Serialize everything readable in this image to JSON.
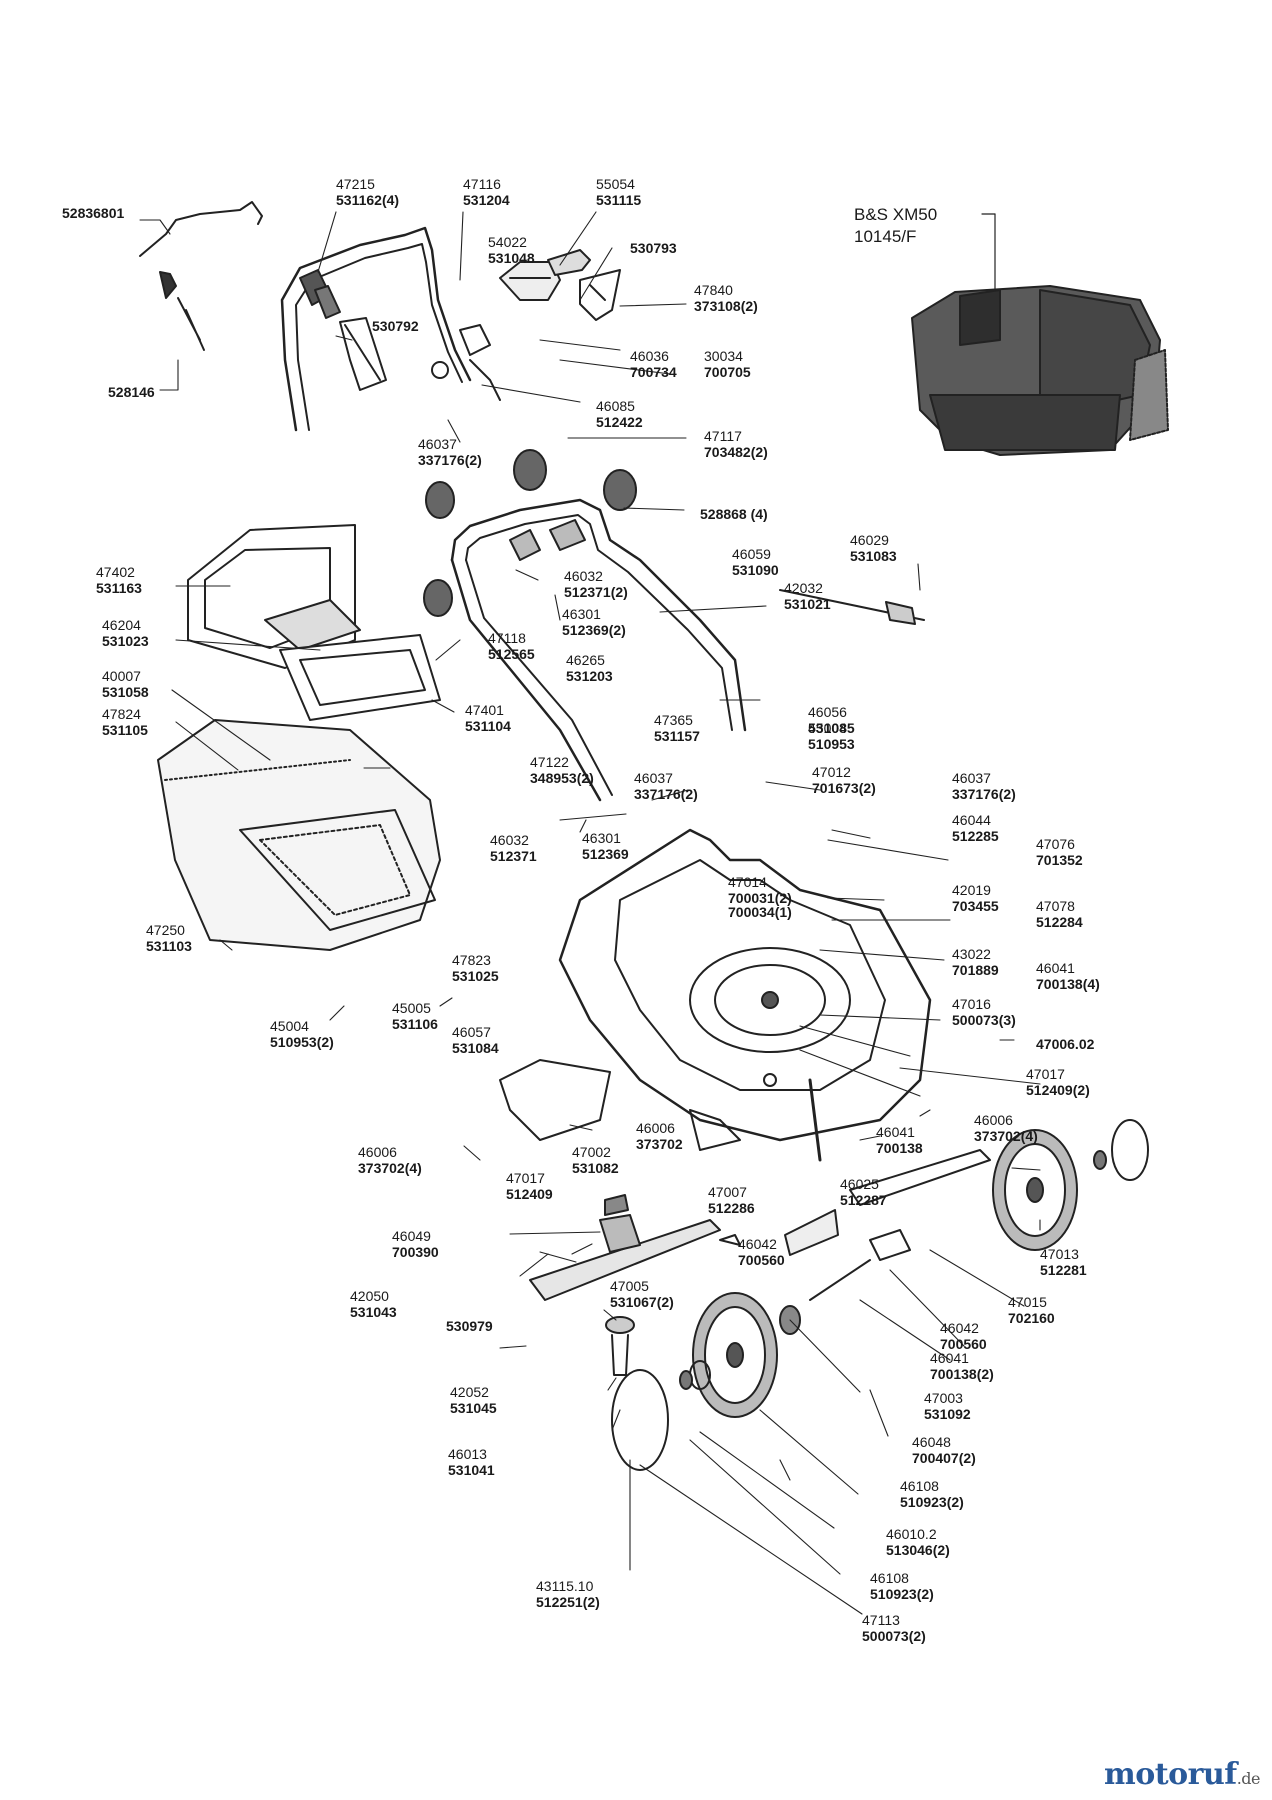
{
  "engine": {
    "model": "B&S XM50",
    "code": "10145/F"
  },
  "brand": {
    "name": "motoruf",
    "tld": ".de"
  },
  "parts": [
    {
      "id": "p1",
      "num": "",
      "code": "52836801"
    },
    {
      "id": "p2",
      "num": "",
      "code": "528146"
    },
    {
      "id": "p3",
      "num": "47215",
      "code": "531162(4)"
    },
    {
      "id": "p4",
      "num": "47116",
      "code": "531204"
    },
    {
      "id": "p5",
      "num": "55054",
      "code": "531115"
    },
    {
      "id": "p6",
      "num": "54022",
      "code": "531048"
    },
    {
      "id": "p7",
      "num": "",
      "code": "530793"
    },
    {
      "id": "p8",
      "num": "47840",
      "code": "373108(2)"
    },
    {
      "id": "p9",
      "num": "",
      "code": "530792"
    },
    {
      "id": "p10",
      "num": "46036",
      "code": "700734"
    },
    {
      "id": "p11",
      "num": "30034",
      "code": "700705"
    },
    {
      "id": "p12",
      "num": "46085",
      "code": "512422"
    },
    {
      "id": "p13",
      "num": "46037",
      "code": "337176(2)"
    },
    {
      "id": "p14",
      "num": "47117",
      "code": "703482(2)"
    },
    {
      "id": "p15",
      "num": "",
      "code": "528868 (4)"
    },
    {
      "id": "p16",
      "num": "47402",
      "code": "531163"
    },
    {
      "id": "p17",
      "num": "46059",
      "code": "531090"
    },
    {
      "id": "p18",
      "num": "46029",
      "code": "531083"
    },
    {
      "id": "p19",
      "num": "46032",
      "code": "512371(2)"
    },
    {
      "id": "p20",
      "num": "46301",
      "code": "512369(2)"
    },
    {
      "id": "p21",
      "num": "42032",
      "code": "531021"
    },
    {
      "id": "p22",
      "num": "46204",
      "code": "531023"
    },
    {
      "id": "p23",
      "num": "47118",
      "code": "512565"
    },
    {
      "id": "p24",
      "num": "46265",
      "code": "531203"
    },
    {
      "id": "p25",
      "num": "40007",
      "code": "531058"
    },
    {
      "id": "p26",
      "num": "47824",
      "code": "531105"
    },
    {
      "id": "p27",
      "num": "47401",
      "code": "531104"
    },
    {
      "id": "p28",
      "num": "47365",
      "code": "531157"
    },
    {
      "id": "p29",
      "num": "46056",
      "code": "531085"
    },
    {
      "id": "p30",
      "num": "45004",
      "code": "510953"
    },
    {
      "id": "p31",
      "num": "47122",
      "code": "348953(2)"
    },
    {
      "id": "p32",
      "num": "47012",
      "code": "701673(2)"
    },
    {
      "id": "p33",
      "num": "46037",
      "code": "337176(2)"
    },
    {
      "id": "p34",
      "num": "46037",
      "code": "337176(2)"
    },
    {
      "id": "p35",
      "num": "46032",
      "code": "512371"
    },
    {
      "id": "p36",
      "num": "46301",
      "code": "512369"
    },
    {
      "id": "p37",
      "num": "46044",
      "code": "512285"
    },
    {
      "id": "p38",
      "num": "47076",
      "code": "701352"
    },
    {
      "id": "p39",
      "num": "47014",
      "code": "700031(2)"
    },
    {
      "id": "p40",
      "num": "",
      "code": "700034(1)"
    },
    {
      "id": "p41",
      "num": "42019",
      "code": "703455"
    },
    {
      "id": "p42",
      "num": "47078",
      "code": "512284"
    },
    {
      "id": "p43",
      "num": "47250",
      "code": "531103"
    },
    {
      "id": "p44",
      "num": "47823",
      "code": "531025"
    },
    {
      "id": "p45",
      "num": "43022",
      "code": "701889"
    },
    {
      "id": "p46",
      "num": "46041",
      "code": "700138(4)"
    },
    {
      "id": "p47",
      "num": "45004",
      "code": "510953(2)"
    },
    {
      "id": "p48",
      "num": "45005",
      "code": "531106"
    },
    {
      "id": "p49",
      "num": "46057",
      "code": "531084"
    },
    {
      "id": "p50",
      "num": "47016",
      "code": "500073(3)"
    },
    {
      "id": "p51",
      "num": "",
      "code": "47006.02"
    },
    {
      "id": "p52",
      "num": "47017",
      "code": "512409(2)"
    },
    {
      "id": "p53",
      "num": "46006",
      "code": "373702(4)"
    },
    {
      "id": "p54",
      "num": "46006",
      "code": "373702"
    },
    {
      "id": "p55",
      "num": "47002",
      "code": "531082"
    },
    {
      "id": "p56",
      "num": "46041",
      "code": "700138"
    },
    {
      "id": "p57",
      "num": "46006",
      "code": "373702(4)"
    },
    {
      "id": "p58",
      "num": "47017",
      "code": "512409"
    },
    {
      "id": "p59",
      "num": "47007",
      "code": "512286"
    },
    {
      "id": "p60",
      "num": "46025",
      "code": "512287"
    },
    {
      "id": "p61",
      "num": "46049",
      "code": "700390"
    },
    {
      "id": "p62",
      "num": "46042",
      "code": "700560"
    },
    {
      "id": "p63",
      "num": "47013",
      "code": "512281"
    },
    {
      "id": "p64",
      "num": "47005",
      "code": "531067(2)"
    },
    {
      "id": "p65",
      "num": "42050",
      "code": "531043"
    },
    {
      "id": "p66",
      "num": "47015",
      "code": "702160"
    },
    {
      "id": "p67",
      "num": "46042",
      "code": "700560"
    },
    {
      "id": "p68",
      "num": "",
      "code": "530979"
    },
    {
      "id": "p69",
      "num": "46041",
      "code": "700138(2)"
    },
    {
      "id": "p70",
      "num": "42052",
      "code": "531045"
    },
    {
      "id": "p71",
      "num": "47003",
      "code": "531092"
    },
    {
      "id": "p72",
      "num": "46013",
      "code": "531041"
    },
    {
      "id": "p73",
      "num": "46048",
      "code": "700407(2)"
    },
    {
      "id": "p74",
      "num": "46108",
      "code": "510923(2)"
    },
    {
      "id": "p75",
      "num": "46010.2",
      "code": "513046(2)"
    },
    {
      "id": "p76",
      "num": "43115.10",
      "code": "512251(2)"
    },
    {
      "id": "p77",
      "num": "46108",
      "code": "510923(2)"
    },
    {
      "id": "p78",
      "num": "47113",
      "code": "500073(2)"
    }
  ]
}
